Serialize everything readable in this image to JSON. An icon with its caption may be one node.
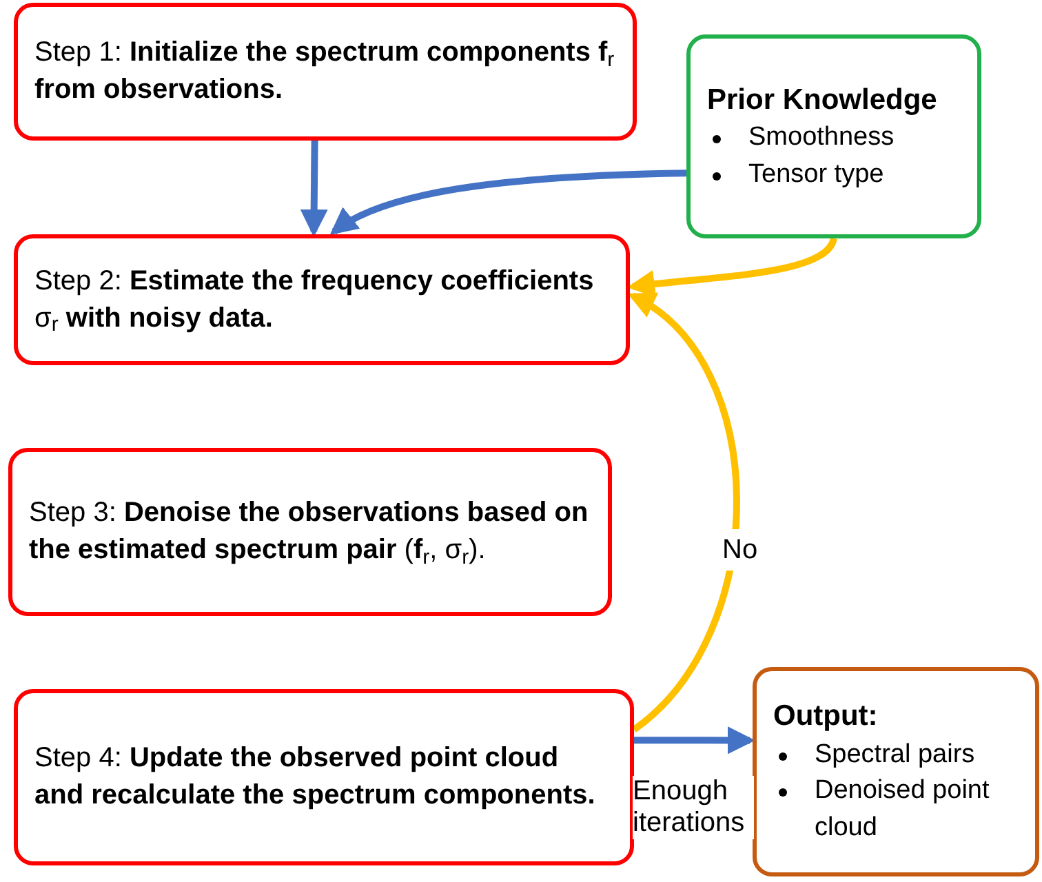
{
  "diagram": {
    "nodes": [
      {
        "text": [
          "Step 1: **Initialize the spectrum components f**$_{r}$ **from observations.**"
        ]
      },
      {
        "text": [
          "Prior Knowledge",
          "Smoothness",
          "Tensor type"
        ]
      },
      {
        "text": [
          "Step 2: **Estimate the frequency coefficients** σ$_{r}$ **with noisy data.**"
        ]
      },
      {
        "text": [
          "Step 3: **Denoise the observations based on the estimated spectrum pair** (**f**$_{r}$, σ$_{r}$)."
        ]
      },
      {
        "text": [
          "Step 4: **Update the observed point cloud and recalculate the spectrum components.**"
        ]
      },
      {
        "text": [
          "Output:",
          "Spectral pairs",
          "Denoised point cloud"
        ]
      }
    ],
    "edges": [
      {
        "from": 0,
        "to": 2,
        "arrow": "to"
      },
      {
        "from": 1,
        "to": 2,
        "arrow": "to"
      },
      {
        "from": 1,
        "to": 2,
        "arrow": "to",
        "color": "#ffc000"
      },
      {
        "from": 4,
        "to": 2,
        "arrow": "to",
        "label": "No",
        "color": "#ffc000"
      },
      {
        "from": 4,
        "to": 5,
        "arrow": "to",
        "label": "Enough iterations"
      }
    ]
  }
}
